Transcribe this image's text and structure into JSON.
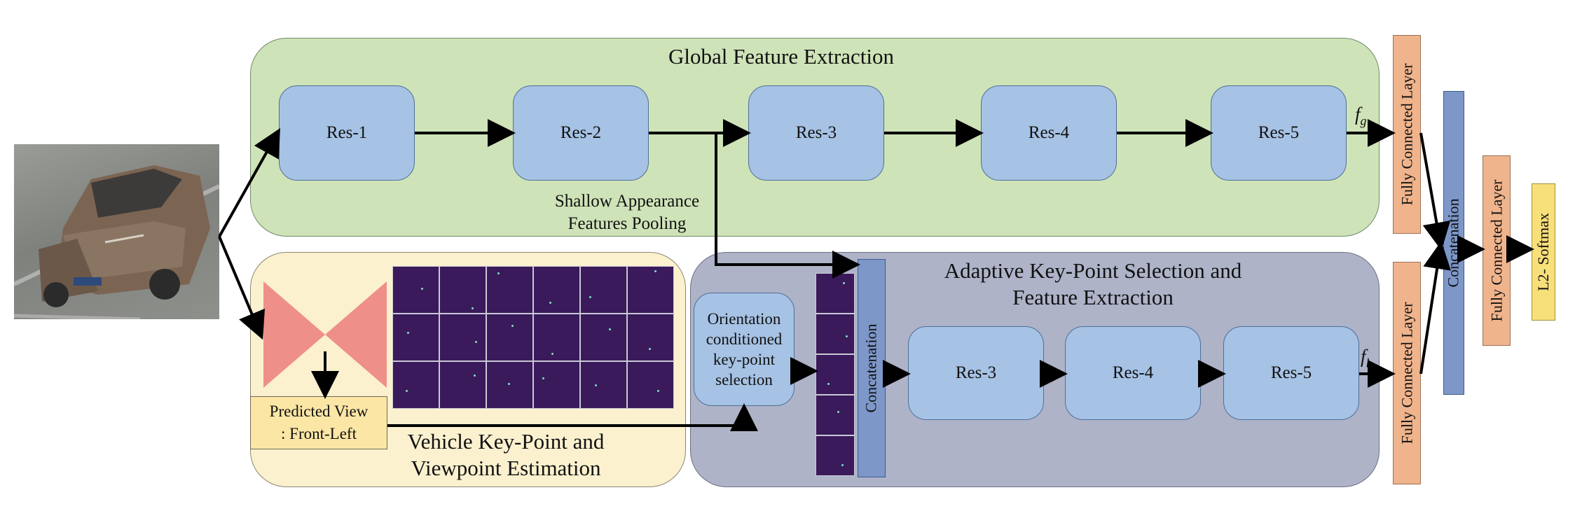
{
  "global_panel": {
    "title": "Global Feature Extraction"
  },
  "global_blocks": [
    "Res-1",
    "Res-2",
    "Res-3",
    "Res-4",
    "Res-5"
  ],
  "shallow_label": {
    "line1": "Shallow Appearance",
    "line2": "Features Pooling"
  },
  "fg_label": "f",
  "fg_sub": "g",
  "keypoint_panel": {
    "predicted_view_line1": "Predicted View",
    "predicted_view_line2": ": Front-Left",
    "title_line1": "Vehicle Key-Point and",
    "title_line2": "Viewpoint Estimation"
  },
  "adaptive_panel": {
    "title_line1": "Adaptive Key-Point Selection and",
    "title_line2": "Feature Extraction",
    "orientation_line1": "Orientation",
    "orientation_line2": "conditioned",
    "orientation_line3": "key-point",
    "orientation_line4": "selection",
    "concat_label": "Concatenation",
    "blocks": [
      "Res-3",
      "Res-4",
      "Res-5"
    ]
  },
  "fl_label": "f",
  "fl_sub": "l",
  "head": {
    "fc_top": "Fully Connected Layer",
    "fc_bottom": "Fully Connected Layer",
    "concat": "Concatenation",
    "fc_final": "Fully Connected Layer",
    "softmax": "L2- Softmax"
  },
  "colors": {
    "global_panel": "#cfe3b8",
    "keypoint_panel": "#fbf1cf",
    "adaptive_panel": "#aeb3c8",
    "res_block": "#a6c2e4",
    "fc_layer": "#f0b48c",
    "concat_bar": "#7d97c9",
    "softmax": "#f7df7a",
    "hourglass": "#ef8f8a",
    "heatmap": "#3a1a5a"
  },
  "icons": [
    "vehicle-input-photo",
    "hourglass-network-icon",
    "heatmap-grid"
  ]
}
